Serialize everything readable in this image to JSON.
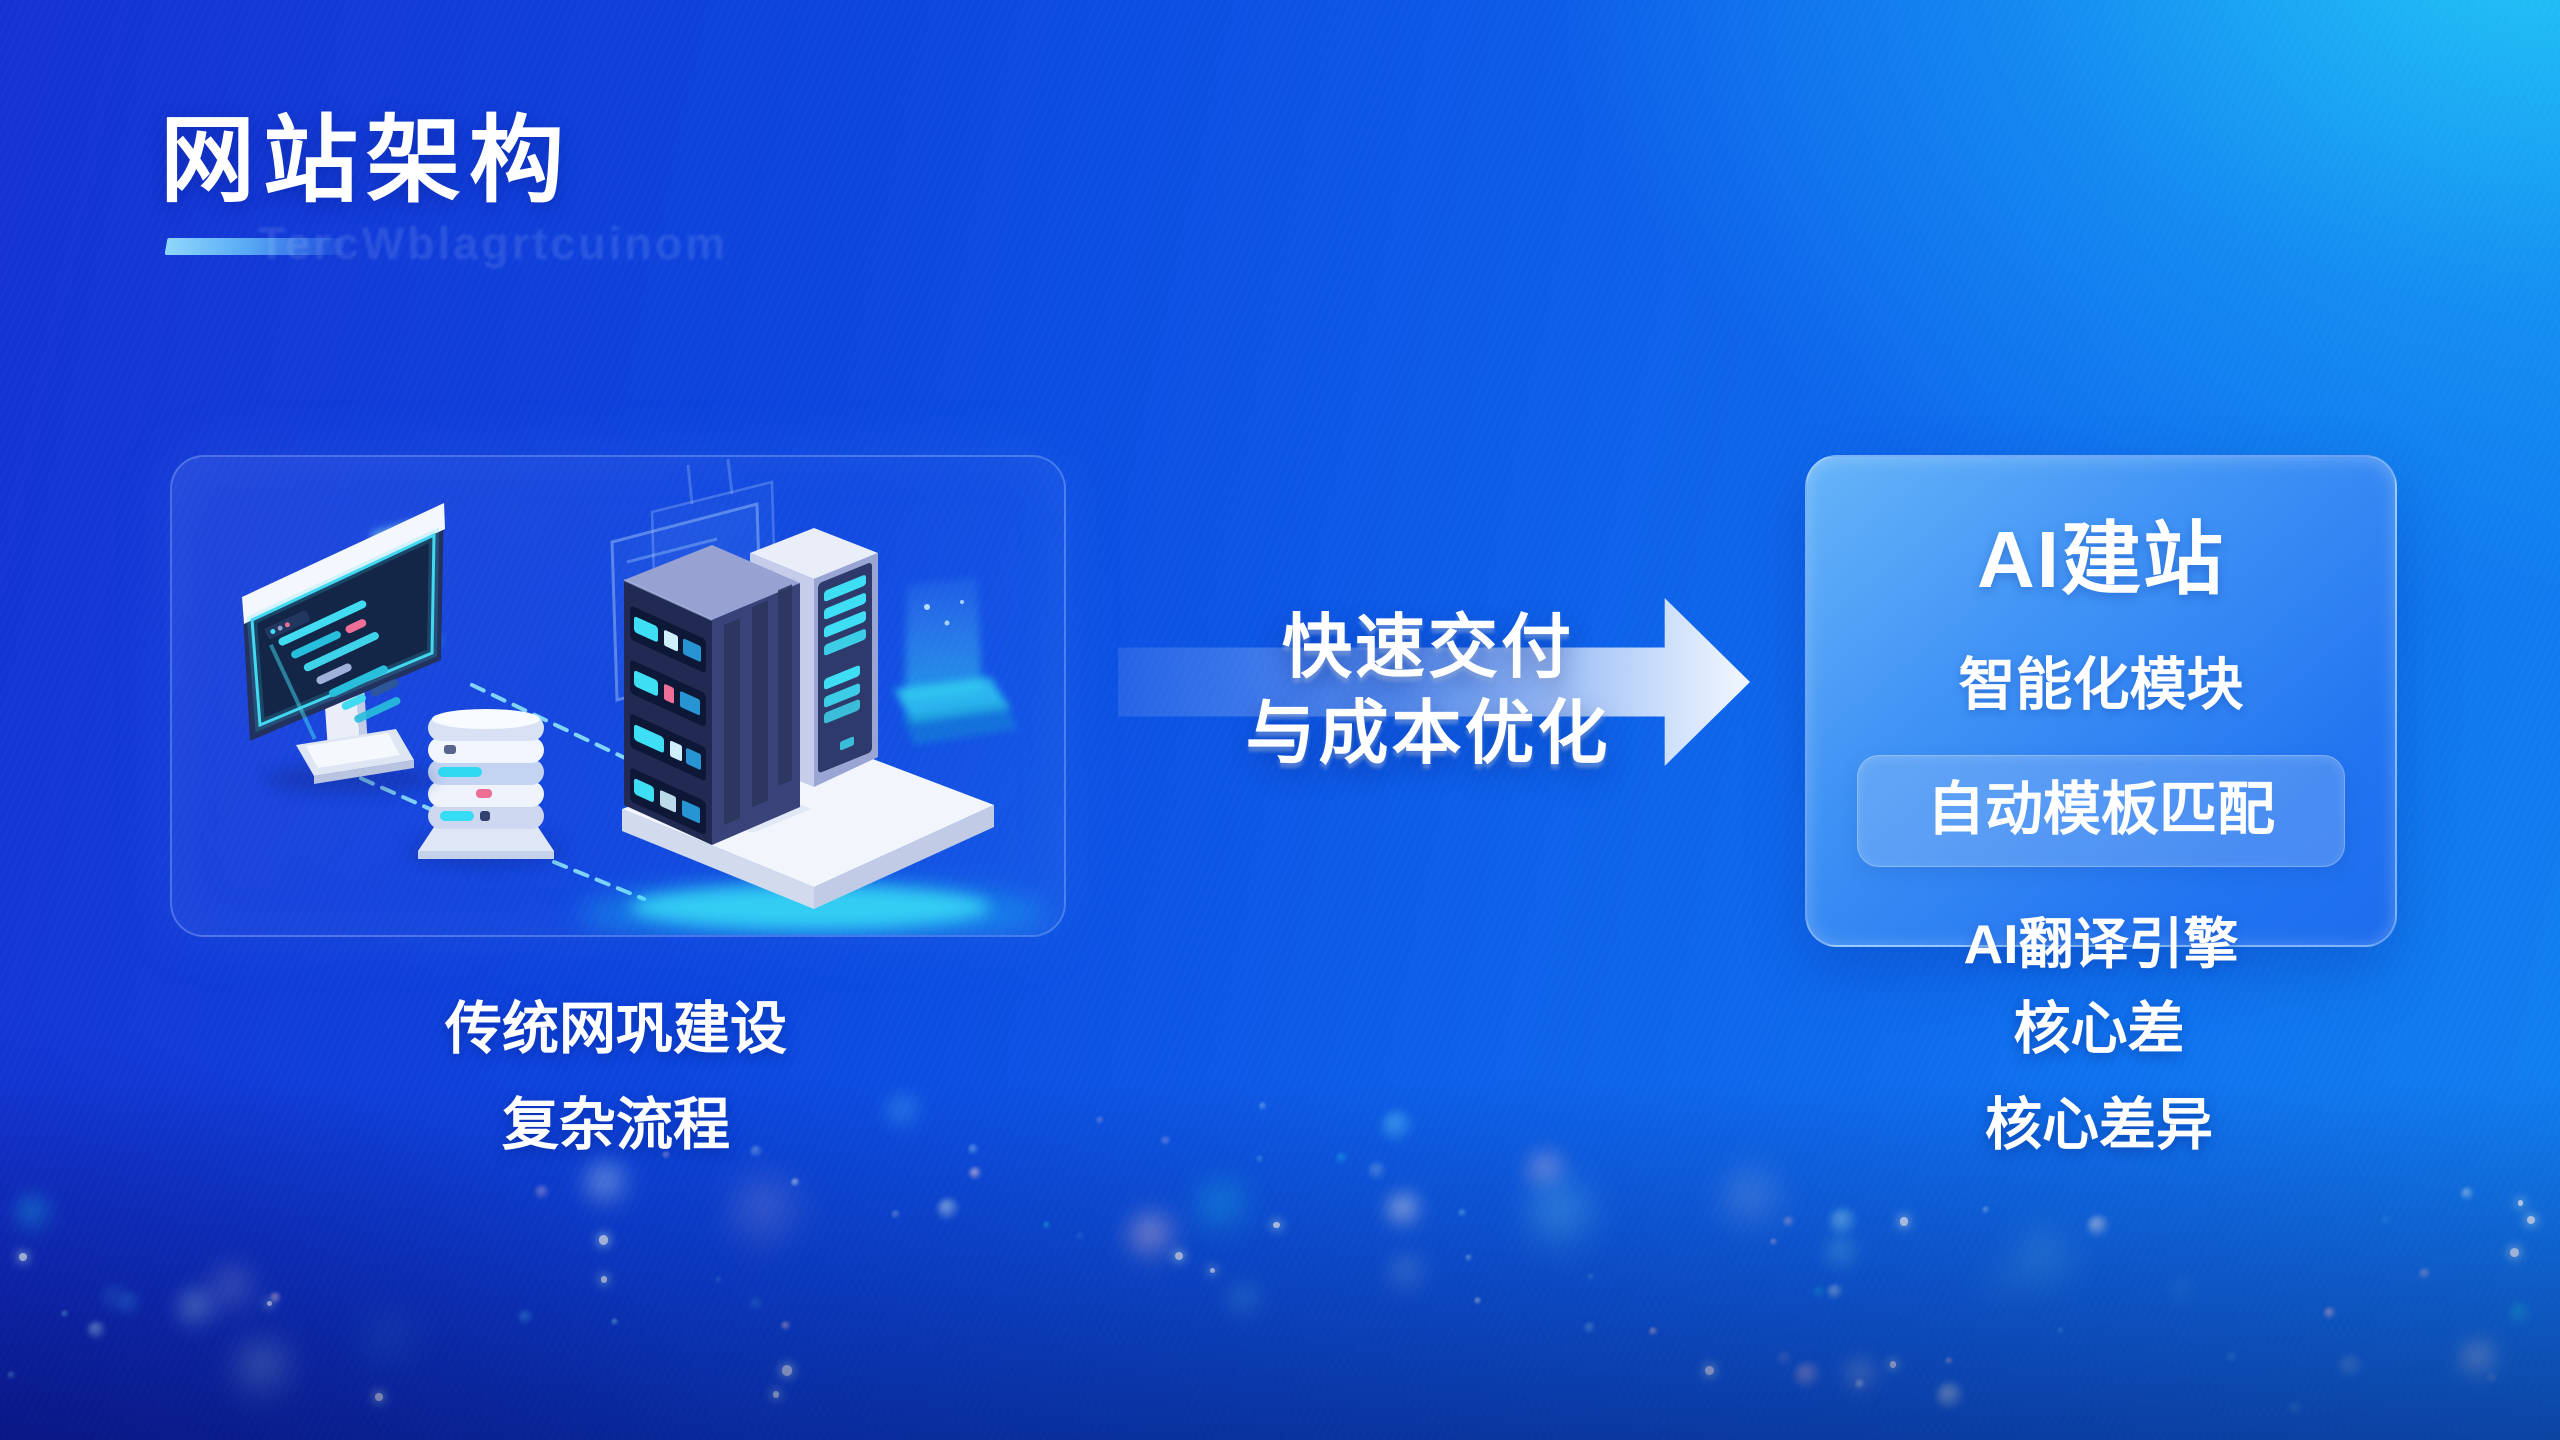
{
  "slide": {
    "title": "网站架构",
    "watermark": "TercWblagrtcuinom"
  },
  "left_panel": {
    "caption_line1": "传统网巩建设",
    "caption_line2": "复杂流程",
    "illustration_icons": [
      "code-monitor-icon",
      "hologram-window-icon",
      "hologram-pillar-icon",
      "hologram-pedestal-icon",
      "database-stack-icon",
      "server-rack-icon",
      "server-tower-icon",
      "platform-icon",
      "dashed-connection-line"
    ]
  },
  "arrow": {
    "label_line1": "快速交付",
    "label_line2": "与成本优化",
    "direction": "right"
  },
  "right_panel": {
    "title": "AI建站",
    "item_smart_modules": "智能化模块",
    "item_template_match": "自动模板匹配",
    "item_translation": "AI翻译引擎",
    "caption_line1": "核心差",
    "caption_line2": "核心差异"
  },
  "colors": {
    "bg_deep_blue": "#1632d3",
    "bg_azure": "#0f6fee",
    "bg_cyan_corner": "#25ccf6",
    "accent_cyan": "#3edff5",
    "card_glass_border": "rgba(190,215,255,0.30)",
    "right_card_top": "#66b4f9",
    "right_card_bottom": "#1d6cee",
    "arrow_white": "#ffffff"
  }
}
